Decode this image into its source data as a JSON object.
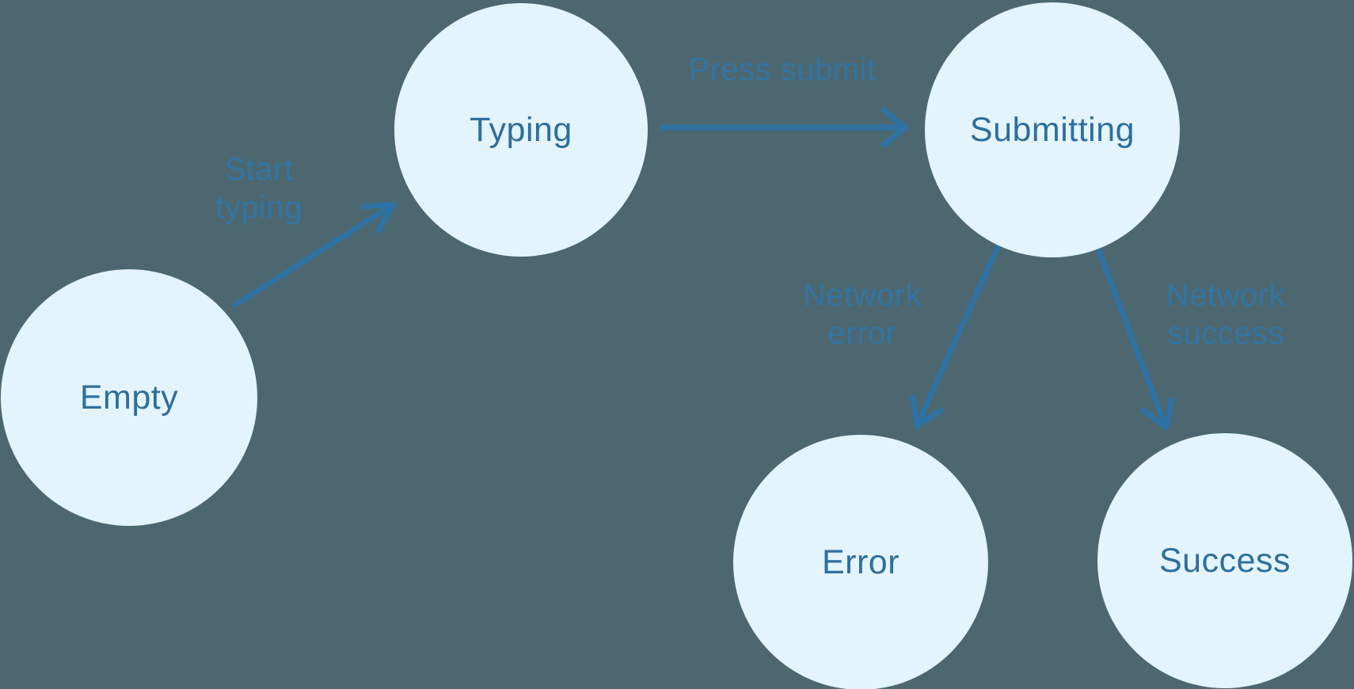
{
  "diagram": {
    "type": "state-machine",
    "nodes": [
      {
        "id": "empty",
        "label": "Empty"
      },
      {
        "id": "typing",
        "label": "Typing"
      },
      {
        "id": "submitting",
        "label": "Submitting"
      },
      {
        "id": "error",
        "label": "Error"
      },
      {
        "id": "success",
        "label": "Success"
      }
    ],
    "edges": [
      {
        "from": "empty",
        "to": "typing",
        "label": "Start typing"
      },
      {
        "from": "typing",
        "to": "submitting",
        "label": "Press submit"
      },
      {
        "from": "submitting",
        "to": "error",
        "label": "Network error"
      },
      {
        "from": "submitting",
        "to": "success",
        "label": "Network success"
      }
    ],
    "colors": {
      "background": "#4C6770",
      "node_fill": "#E4F4FD",
      "node_text": "#2D6F9E",
      "arrow": "#2E72A3",
      "edge_label": "#3274A2"
    }
  }
}
